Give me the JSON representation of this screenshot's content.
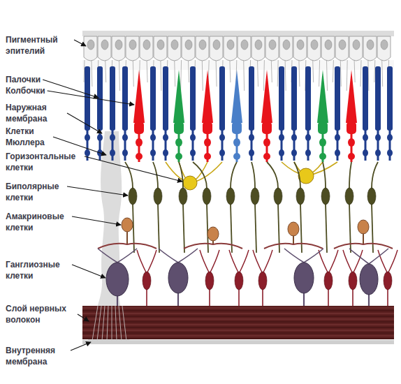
{
  "diagram": {
    "labels": [
      "Пигментный эпителий",
      "Палочки",
      "Колбочки",
      "Наружная мембрана",
      "Клетки Мюллера",
      "Горизонтальные клетки",
      "Биполярные клетки",
      "Амакриновые клетки",
      "Ганглиозные клетки",
      "Слой нервных волокон",
      "Внутренняя мембрана"
    ]
  }
}
